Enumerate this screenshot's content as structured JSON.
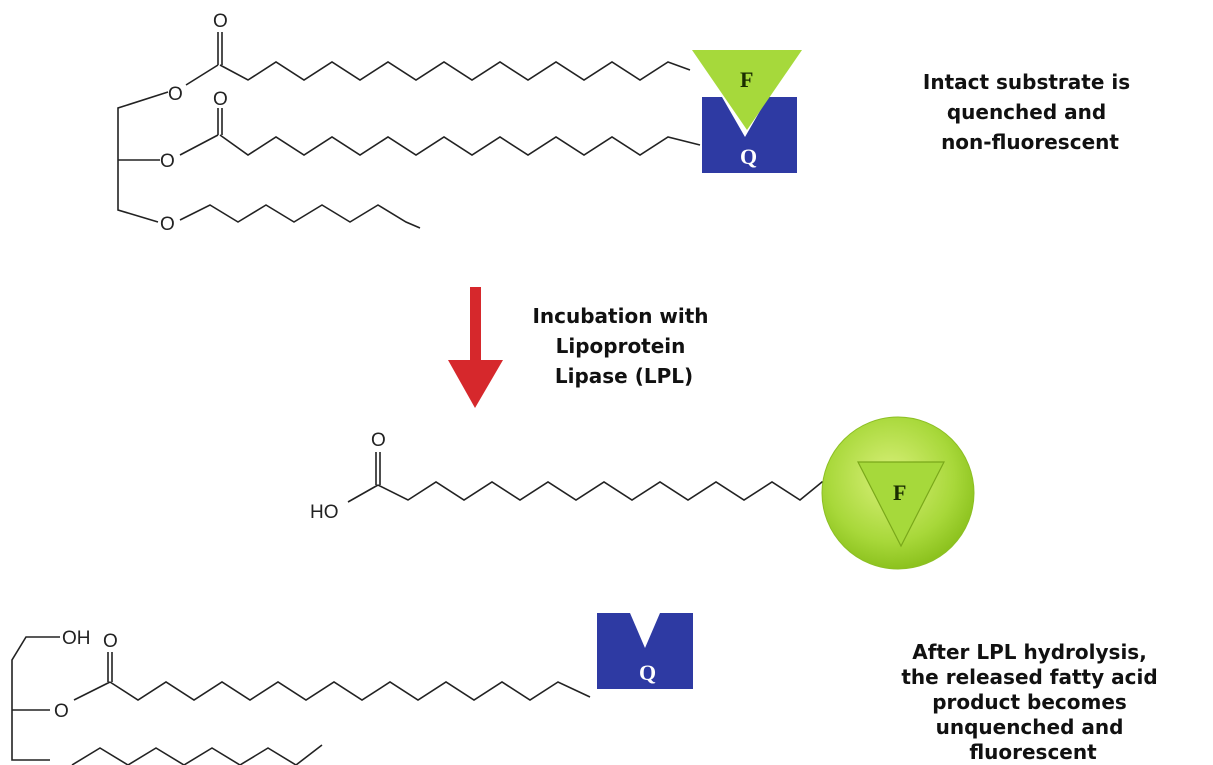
{
  "atoms": {
    "oxygen": "O",
    "hydroxyl": "HO",
    "hydroxyl_reversed": "OH"
  },
  "fluorophore_label": "F",
  "quencher_label": "Q",
  "captions": {
    "intact": [
      "Intact substrate is",
      "quenched and",
      "non-fluorescent"
    ],
    "incubation": [
      "Incubation with",
      "Lipoprotein",
      "Lipase (LPL)"
    ],
    "after": [
      "After LPL hydrolysis,",
      "the released fatty acid",
      "product becomes",
      "unquenched and",
      "fluorescent"
    ]
  },
  "colors": {
    "fluorophore": "#a6d93b",
    "fluorophore_halo": "#9ccc2c",
    "quencher": "#2e3aa3",
    "arrow": "#d6282c"
  }
}
